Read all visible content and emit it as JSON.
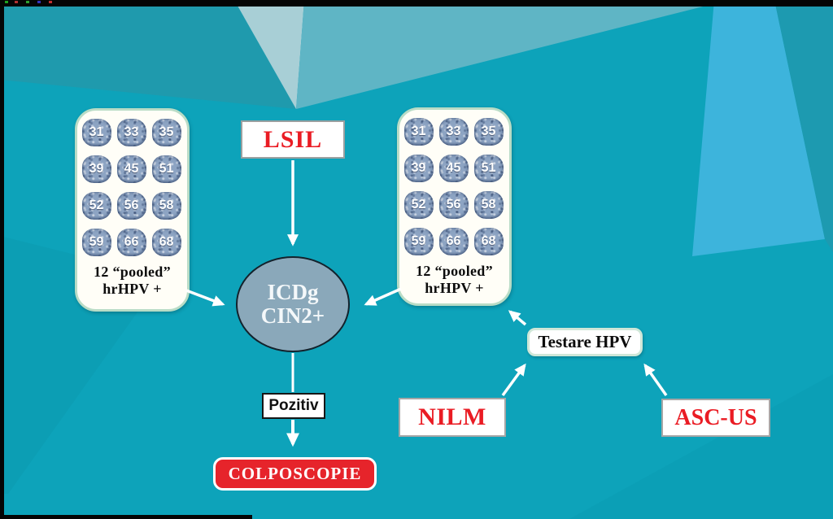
{
  "panels": {
    "left": {
      "virus_types": [
        "31",
        "33",
        "35",
        "39",
        "45",
        "51",
        "52",
        "56",
        "58",
        "59",
        "66",
        "68"
      ],
      "caption_line1": "12 “pooled”",
      "caption_line2": "hrHPV +"
    },
    "right": {
      "virus_types": [
        "31",
        "33",
        "35",
        "39",
        "45",
        "51",
        "52",
        "56",
        "58",
        "59",
        "66",
        "68"
      ],
      "caption_line1": "12 “pooled”",
      "caption_line2": "hrHPV +"
    }
  },
  "nodes": {
    "lsil": "LSIL",
    "icd_line1": "ICDg",
    "icd_line2": "CIN2+",
    "testare_hpv": "Testare HPV",
    "nilm": "NILM",
    "ascus": "ASC-US",
    "pozitiv": "Pozitiv",
    "colposcopie": "COLPOSCOPIE"
  },
  "colors": {
    "background_teal": "#0da3ba",
    "highlight_red": "#ea1c24",
    "colposcopie_red": "#e6242b",
    "ellipse_fill": "#8aa8ba",
    "virus_blob_fill": "#8da4c3",
    "arrow_white": "#ffffff"
  }
}
